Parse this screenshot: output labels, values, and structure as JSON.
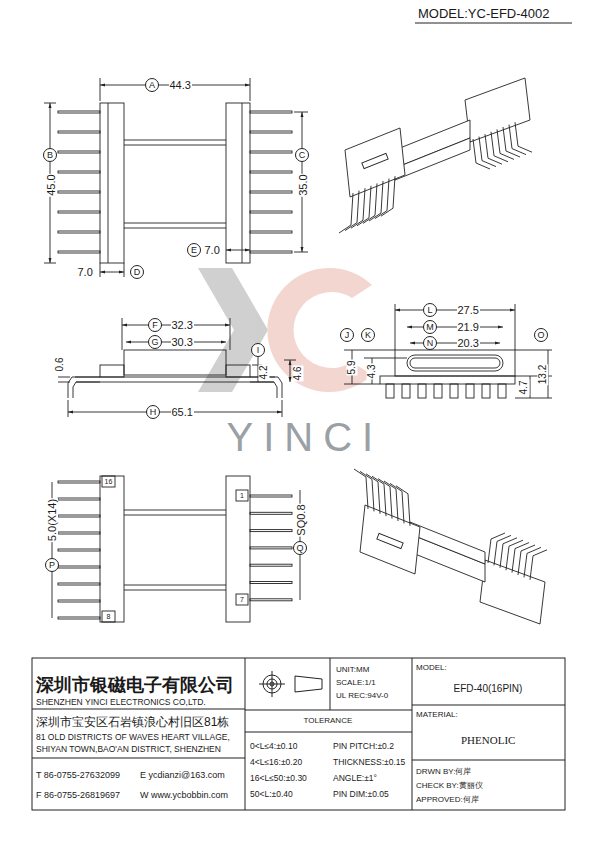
{
  "diagram": {
    "nodes": [
      {
        "text": [
          "A"
        ]
      },
      {
        "text": [
          "B"
        ]
      },
      {
        "text": [
          "C"
        ]
      },
      {
        "text": [
          "D"
        ]
      },
      {
        "text": [
          "E"
        ]
      },
      {
        "text": [
          "F"
        ]
      },
      {
        "text": [
          "G"
        ]
      },
      {
        "text": [
          "H"
        ]
      },
      {
        "text": [
          "I"
        ]
      },
      {
        "text": [
          "J"
        ]
      },
      {
        "text": [
          "K"
        ]
      },
      {
        "text": [
          "L"
        ]
      },
      {
        "text": [
          "M"
        ]
      },
      {
        "text": [
          "N"
        ]
      },
      {
        "text": [
          "O"
        ]
      },
      {
        "text": [
          "P"
        ]
      },
      {
        "text": [
          "Q"
        ]
      }
    ],
    "labels": [
      "MODEL:YC-EFD-4002",
      "44.3",
      "45.0",
      "35.0",
      "7.0",
      "7.0",
      "32.3",
      "30.3",
      "0.6",
      "4.2",
      "4.6",
      "65.1",
      "27.5",
      "21.9",
      "20.3",
      "5.9",
      "4.3",
      "4.7",
      "13.2",
      "5.0(X14)",
      "SQ0.8",
      "16",
      "1",
      "7",
      "8",
      "YINCI",
      "深圳市银磁电子有限公司",
      "SHENZHEN YINCI ELECTRONICS CO,LTD.",
      "深圳市宝安区石岩镇浪心村旧区81栋",
      "81 OLD DISTRICTS OF WAVES HEART VILLAGE,",
      "SHIYAN TOWN,BAO'AN DISTRICT, SHENZHEN",
      "T 86-0755-27632099",
      "E ycdianzi@163.com",
      "F 86-0755-26819697",
      "W www.ycbobbin.com",
      "UNIT:MM",
      "SCALE:1/1",
      "UL REC:94V-0",
      "MODEL:",
      "EFD-40(16PIN)",
      "MATERIAL:",
      "PHENOLIC",
      "DRWN BY:何岸",
      "CHECK BY:黄丽仪",
      "APPROVED:何岸",
      "TOLERANCE",
      "0<L≤4:±0.10",
      "4<L≤16:±0.20",
      "16<L≤50:±0.30",
      "50<L:±0.40",
      "PIN PITCH:±0.2",
      "THICKNESS:±0.15",
      "ANGLE:±1°",
      "PIN DIM:±0.05"
    ]
  }
}
